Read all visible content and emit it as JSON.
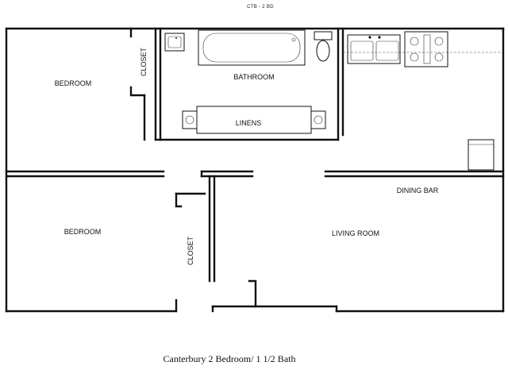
{
  "plan": {
    "code": "CTB - 2 BD",
    "caption": "Canterbury 2 Bedroom/ 1 1/2 Bath"
  },
  "rooms": {
    "bedroom_top": "BEDROOM",
    "closet_top": "CLOSET",
    "bathroom": "BATHROOM",
    "linens": "LINENS",
    "bedroom_bottom": "BEDROOM",
    "closet_bottom": "CLOSET",
    "living_room": "LIVING ROOM",
    "dining_bar": "DINING BAR"
  },
  "fixtures": [
    "sink-icon",
    "bathtub-icon",
    "toilet-icon",
    "kitchen-sink-icon",
    "stove-icon",
    "refrigerator-icon"
  ]
}
